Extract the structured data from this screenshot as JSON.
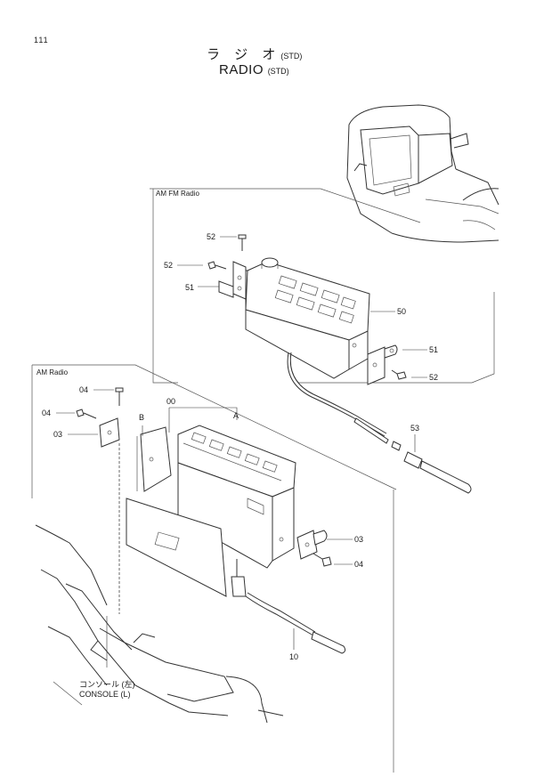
{
  "page_number": "111",
  "title_jp": "ラ ジ オ",
  "title_jp_suffix": "(STD)",
  "title_en": "RADIO",
  "title_en_suffix": "(STD)",
  "groups": {
    "amfm": "AM FM Radio",
    "am": "AM Radio"
  },
  "callouts": {
    "p52_top": "52",
    "p52_left": "52",
    "p51_left": "51",
    "p50": "50",
    "p51_right": "51",
    "p52_right": "52",
    "p53": "53",
    "p00": "00",
    "pA": "A",
    "pB": "B",
    "p04_top": "04",
    "p04_left": "04",
    "p03_left": "03",
    "p03_right": "03",
    "p04_right": "04",
    "p10": "10"
  },
  "console_label_jp": "コンソール (左)",
  "console_label_en": "CONSOLE (L)"
}
